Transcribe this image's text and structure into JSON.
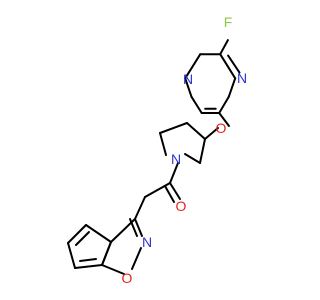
{
  "colors": {
    "bond": "#000000",
    "fluorine": "#8ecb47",
    "nitrogen": "#2b33d4",
    "oxygen": "#e1261c"
  },
  "atoms": {
    "fluorine_label": "F",
    "pyrimidine_n_upper_label": "N",
    "pyrimidine_n_lower_label": "N",
    "ether_oxygen_label": "O",
    "pyrrolidine_n_label": "N",
    "carbonyl_oxygen_label": "O",
    "isoxazole_n_label": "N",
    "isoxazole_o_label": "O"
  }
}
